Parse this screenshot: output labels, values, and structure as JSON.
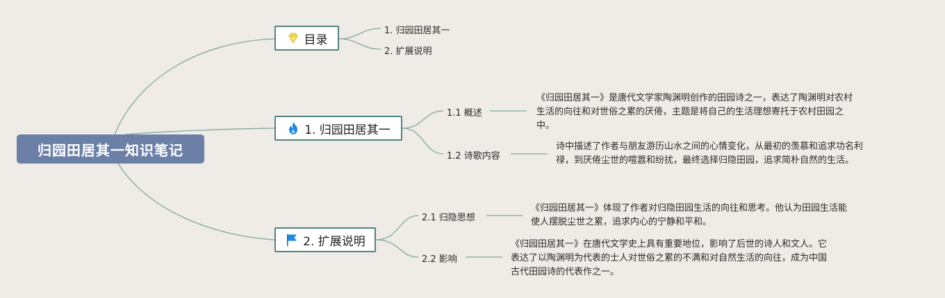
{
  "root": {
    "title": "归园田居其一知识笔记"
  },
  "topics": {
    "toc": {
      "label": "目录",
      "icon": "diamond-icon",
      "items": [
        "1. 归园田居其一",
        "2. 扩展说明"
      ]
    },
    "poem": {
      "label": "1. 归园田居其一",
      "icon": "fire-icon",
      "subs": [
        {
          "label": "1.1 概述",
          "lines": [
            "《归园田居其一》是唐代文学家陶渊明创作的田园诗之一，表达了陶渊明对农村",
            "生活的向往和对世俗之累的厌倦，主题是将自己的生活理想寄托于农村田园之",
            "中。"
          ]
        },
        {
          "label": "1.2 诗歌内容",
          "lines": [
            "诗中描述了作者与朋友游历山水之间的心情变化，从最初的羡慕和追求功名利",
            "禄，到厌倦尘世的喧嚣和纷扰，最终选择归隐田园，追求简朴自然的生活。"
          ]
        }
      ]
    },
    "ext": {
      "label": "2. 扩展说明",
      "icon": "flag-icon",
      "subs": [
        {
          "label": "2.1 归隐思想",
          "lines": [
            "《归园田居其一》体现了作者对归隐田园生活的向往和思考。他认为田园生活能",
            "使人摆脱尘世之累，追求内心的宁静和平和。"
          ]
        },
        {
          "label": "2.2 影响",
          "lines": [
            "《归园田居其一》在唐代文学史上具有重要地位，影响了后世的诗人和文人。它",
            "表达了以陶渊明为代表的士人对世俗之累的不满和对自然生活的向往，成为中国",
            "古代田园诗的代表作之一。"
          ]
        }
      ]
    }
  },
  "colors": {
    "root_bg": "#6b7fa7",
    "topic_border": "#52837f",
    "connector": "#7fa8a0",
    "background": "#efebe7"
  }
}
